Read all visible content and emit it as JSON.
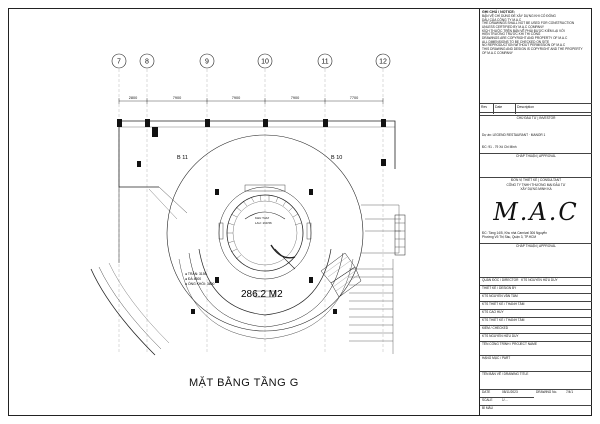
{
  "grid": {
    "labels": [
      "7",
      "8",
      "9",
      "10",
      "11",
      "12"
    ],
    "dimensions": [
      "2800",
      "7900",
      "7900",
      "7900",
      "7700"
    ]
  },
  "plan": {
    "room_left": "B 11",
    "room_right": "B 10",
    "area": "286.2 M2",
    "stair_note_1": "KHU T.ĐƯ",
    "stair_note_2": "LAU: 190.56",
    "notes": [
      "● TRẦN: 3150",
      "● ĐÀ 4500",
      "● ỐNG KHÓI: 3600"
    ],
    "drawing_title": "MẶT BẰNG TẦNG G"
  },
  "panel": {
    "notes_header": "GHI CHÚ / NOTICE:",
    "notes_lines": [
      "BẢN VẼ CHỈ DÙNG ĐỂ XÂY DỰNG KHI CÓ ĐÓNG",
      "DẤU CỦA CÔNG TY M.A.C",
      "THE DRAWINGS SHALL NOT BE USED FOR CONSTRUCTION",
      "UNLESS CERTIFIED BY M.A.C COMPANY",
      "KÍCH THƯỚC TRÊN BẢN VẼ PHẢI ĐƯỢC KIỂM LẠI VỚI",
      "HIỆN TRƯỜNG TRƯỚC KHI THI CÔNG",
      "DRAWINGS ARE COPYRIGHT AND PROPERTY OF M.A.C",
      "ALL DIMENSIONS TO BE CHECKED ON SITE",
      "NO REPRODUCTION WITHOUT PERMISSION OF M.A.C",
      "THIS DRAWING AND DESIGN IS COPYRIGHT AND THE PROPERTY",
      "OF M.A.C COMPANY"
    ],
    "rev_cols": [
      "Rev",
      "Date",
      "Description"
    ],
    "investor_label": "CHỦ ĐẦU TƯ | INVESTOR",
    "project_label": "Dự án:",
    "project_name": "LEGEND RESTAURANT · MANOR 1",
    "address_label": "ĐC:",
    "address": "91 - 79 Xô Chi Minh",
    "approval_1": "CHẤP THUẬN | APPROVAL",
    "designer_label": "ĐƠN VỊ THIẾT KẾ | CONSULTANT",
    "designer_name_1": "CÔNG TY TNHH THƯƠNG MẠI ĐẦU TƯ",
    "designer_name_2": "XÂY DỰNG MINH KA",
    "logo": "M.A.C",
    "designer_address_1": "ĐC: Tầng 14/5, Khu nhà Carnival 306 Nguyễn",
    "designer_address_2": "Phường Võ Thị Sáu, Quận 3, TP.HCM",
    "approval_2": "CHẤP THUẬN | APPROVAL",
    "manager": "QUẢN ĐỐC / DIRECTOR",
    "manager_name": "KTS NGUYỄN HỮU DUY",
    "design_rows": [
      "THIẾT KẾ / DESIGN BY",
      "KTS NGUYỄN VĂN TÂM",
      "KTS THIẾT KẾ / THANH TÂM",
      "KTS CAO HUY",
      "KTS THIẾT KẾ / THANH TÂM",
      "KIỂM / CHECKED",
      "KTS NGUYỄN HỮU DUY"
    ],
    "project_title_label": "TÊN CÔNG TRÌNH / PROJECT NAME",
    "stage_label": "HẠNG MỤC / PART",
    "drawing_title_label": "TÊN BẢN VẼ / DRAWING TITLE",
    "date_label": "DATE",
    "date_value": "08/11/2023",
    "drawing_no_label": "DRAWING No.",
    "drawing_no_value": "7/4/1",
    "scale_label": "SCALE",
    "scale_value": "1/…",
    "sheet_label": "BÌ MẪU"
  }
}
